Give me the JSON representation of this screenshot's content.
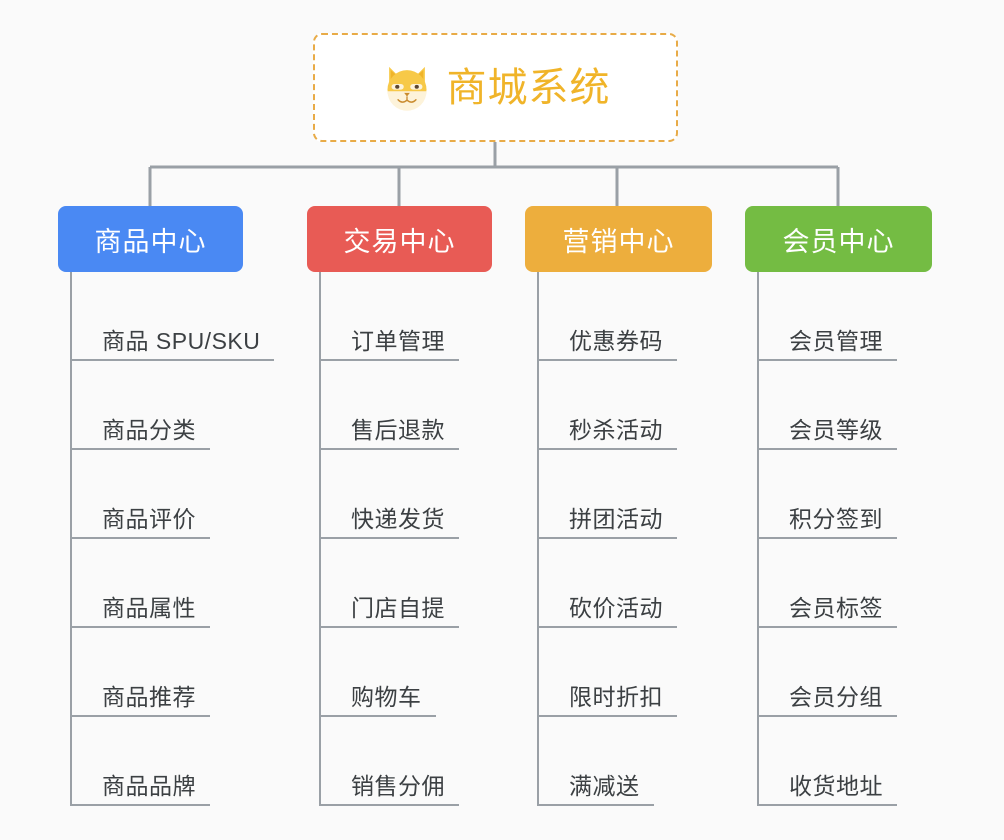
{
  "diagram": {
    "type": "mindmap",
    "title": "商城系统",
    "root": {
      "label": "商城系统",
      "icon": "shiba-dog-face-emoji",
      "border_color": "#E8AB47",
      "text_color": "#F0B429",
      "background": "#FFFFFF",
      "border_style": "dashed"
    },
    "background_color": "#FAFAFA",
    "line_color": "#9AA0A6",
    "branches": [
      {
        "label": "商品中心",
        "color": "#4A89F3",
        "items": [
          "商品 SPU/SKU",
          "商品分类",
          "商品评价",
          "商品属性",
          "商品推荐",
          "商品品牌"
        ]
      },
      {
        "label": "交易中心",
        "color": "#E85B55",
        "items": [
          "订单管理",
          "售后退款",
          "快递发货",
          "门店自提",
          "购物车",
          "销售分佣"
        ]
      },
      {
        "label": "营销中心",
        "color": "#EDAE3D",
        "items": [
          "优惠券码",
          "秒杀活动",
          "拼团活动",
          "砍价活动",
          "限时折扣",
          "满减送"
        ]
      },
      {
        "label": "会员中心",
        "color": "#74BC43",
        "items": [
          "会员管理",
          "会员等级",
          "积分签到",
          "会员标签",
          "会员分组",
          "收货地址"
        ]
      }
    ]
  }
}
